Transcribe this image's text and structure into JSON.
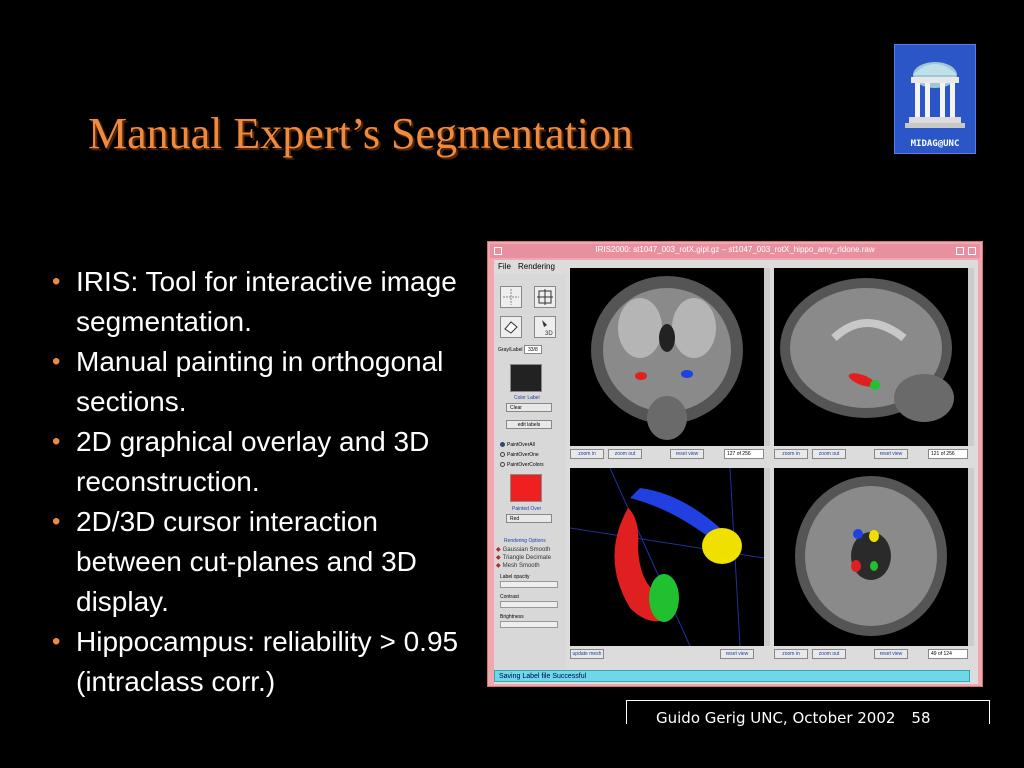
{
  "slide": {
    "title": "Manual Expert’s Segmentation",
    "logo_text": "MIDAG@UNC",
    "bullets": [
      "IRIS: Tool for interactive image segmentation.",
      "Manual painting in orthogonal sections.",
      "2D graphical overlay and 3D reconstruction.",
      "2D/3D cursor interaction between cut-planes and 3D display.",
      "Hippocampus: reliability > 0.95 (intraclass corr.)"
    ],
    "bullet_glyph": "•",
    "footer": {
      "text": "Guido Gerig UNC, October 2002",
      "page": "58"
    }
  },
  "app": {
    "title": "IRIS2000: st1047_003_rotX.gipl.gz – st1047_003_rotX_hippo_amy_rldone.raw",
    "menu": [
      "File",
      "Rendering"
    ],
    "tools": {
      "crosshair": "crosshair-icon",
      "zoom": "zoom-icon",
      "paint": "paint-icon",
      "three_d": "3D"
    },
    "gray_label": {
      "label": "Gray/Label",
      "value": "33/8"
    },
    "color_label": {
      "label": "Color Label",
      "value": "Clear",
      "edit": "edit labels"
    },
    "paint_modes": [
      "PaintOverAll",
      "PaintOverOne",
      "PaintOverColors"
    ],
    "painted_over": {
      "label": "Painted Over",
      "value": "Red"
    },
    "rendering_options": {
      "label": "Rendering Options",
      "items": [
        "Gaussian Smooth",
        "Triangle Decimate",
        "Mesh Smooth"
      ]
    },
    "sliders": [
      "Label opacity",
      "Contrast",
      "Brightness"
    ],
    "views": {
      "coronal": {
        "buttons": [
          "zoom in",
          "zoom out",
          "reset view"
        ],
        "count": "127 of 256"
      },
      "sagittal": {
        "buttons": [
          "zoom in",
          "zoom out",
          "reset view"
        ],
        "count": "121 of 256"
      },
      "render3d": {
        "buttons": [
          "update mesh",
          "reset view"
        ]
      },
      "axial": {
        "buttons": [
          "zoom in",
          "zoom out",
          "reset view"
        ],
        "count": "49 of 124"
      }
    },
    "status": "Saving Label file Successful",
    "colors": {
      "red": "#e02020",
      "blue": "#2040e0",
      "green": "#20c030",
      "yellow": "#f0e000",
      "accent": "#f08a3c"
    }
  }
}
